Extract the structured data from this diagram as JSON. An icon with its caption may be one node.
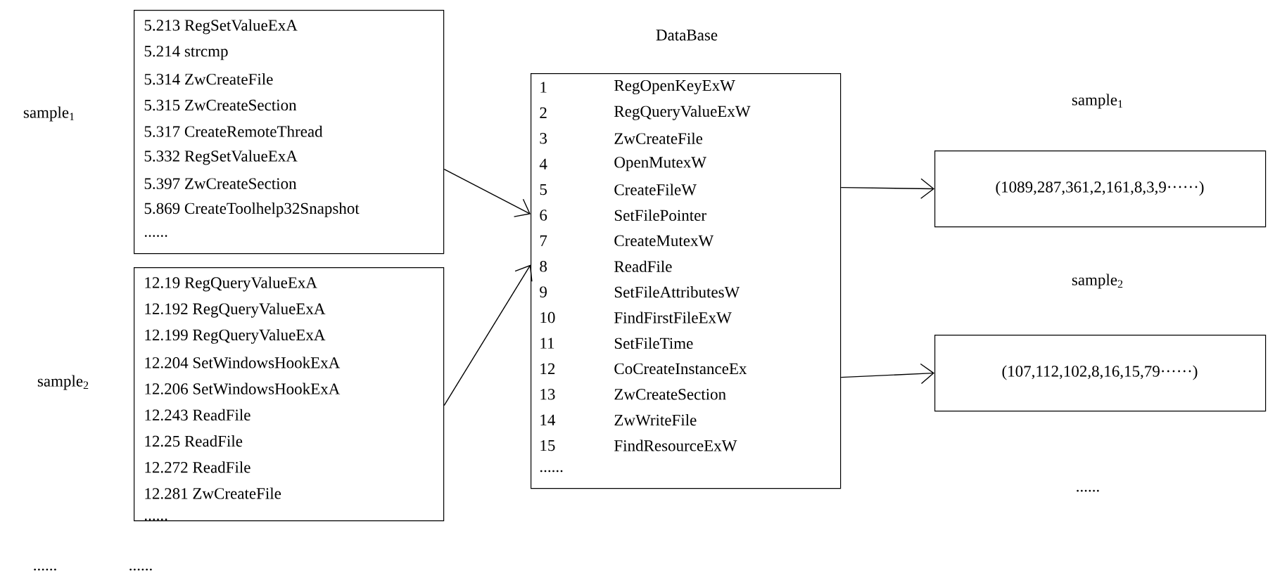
{
  "diagram": {
    "nodes": [
      {
        "text": [
          "5.213 RegSetValueExA",
          "5.214 strcmp",
          "5.314 ZwCreateFile",
          "5.315 ZwCreateSection",
          "5.317 CreateRemoteThread",
          "5.332 RegSetValueExA",
          "5.397 ZwCreateSection",
          "5.869 CreateToolhelp32Snapshot",
          "......"
        ],
        "beside": [
          "sample$_{1}$"
        ]
      },
      {
        "text": [
          "12.19 RegQueryValueExA",
          "12.192 RegQueryValueExA",
          "12.199 RegQueryValueExA",
          "12.204 SetWindowsHookExA",
          "12.206 SetWindowsHookExA",
          "12.243 ReadFile",
          "12.25 ReadFile",
          "12.272 ReadFile",
          "12.281 ZwCreateFile",
          "......"
        ],
        "beside": [
          "sample$_{2}$"
        ]
      },
      {
        "text": [
          "DataBase",
          "1",
          "RegOpenKeyExW",
          "2",
          "RegQueryValueExW",
          "3",
          "ZwCreateFile",
          "4",
          "OpenMutexW",
          "5",
          "CreateFileW",
          "6",
          "SetFilePointer",
          "7",
          "CreateMutexW",
          "8",
          "ReadFile",
          "9",
          "SetFileAttributesW",
          "10",
          "FindFirstFileExW",
          "11",
          "SetFileTime",
          "12",
          "CoCreateInstanceEx",
          "13",
          "ZwCreateSection",
          "14",
          "ZwWriteFile",
          "15",
          "FindResourceExW",
          "......"
        ]
      },
      {
        "text": [
          "(1089,287,361,2,161,8,3,9······)"
        ],
        "beside": [
          "sample$_{1}$"
        ]
      },
      {
        "text": [
          "(107,112,102,8,16,15,79······)"
        ],
        "beside": [
          "sample$_{2}$"
        ]
      }
    ],
    "edges": [
      {
        "from": 0,
        "to": 2,
        "arrow": "to"
      },
      {
        "from": 1,
        "to": 2,
        "arrow": "to"
      },
      {
        "from": 2,
        "to": 3,
        "arrow": "to"
      },
      {
        "from": 2,
        "to": 4,
        "arrow": "to"
      }
    ],
    "labels": [
      "......",
      "......",
      "......"
    ]
  }
}
